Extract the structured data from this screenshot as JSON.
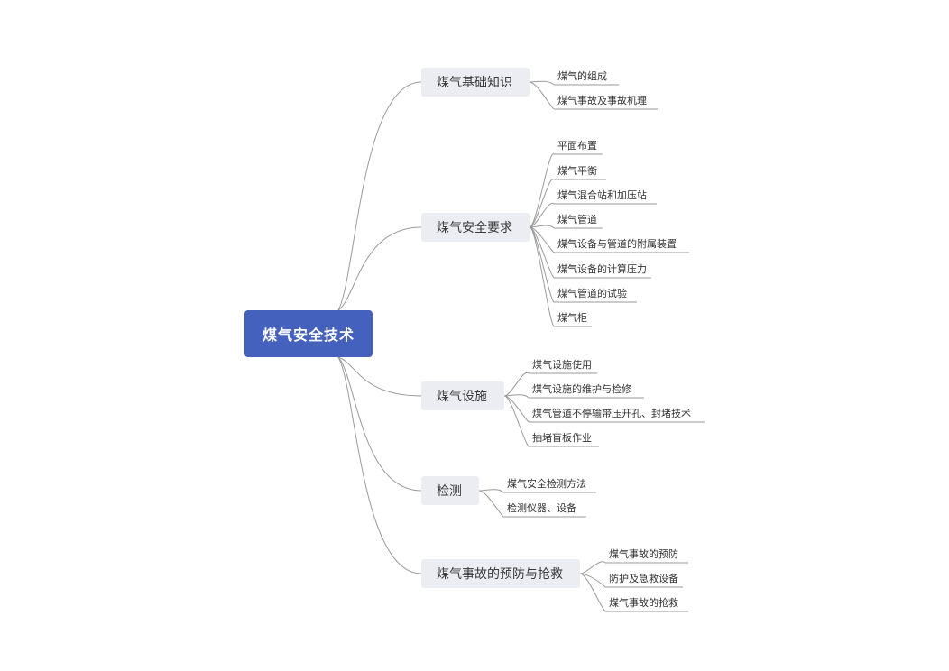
{
  "root": {
    "label": "煤气安全技术"
  },
  "branches": [
    {
      "label": "煤气基础知识",
      "children": [
        "煤气的组成",
        "煤气事故及事故机理"
      ]
    },
    {
      "label": "煤气安全要求",
      "children": [
        "平面布置",
        "煤气平衡",
        "煤气混合站和加压站",
        "煤气管道",
        "煤气设备与管道的附属装置",
        "煤气设备的计算压力",
        "煤气管道的试验",
        "煤气柜"
      ]
    },
    {
      "label": "煤气设施",
      "children": [
        "煤气设施使用",
        "煤气设施的维护与检修",
        "煤气管道不停输带压开孔、封堵技术",
        "抽堵盲板作业"
      ]
    },
    {
      "label": "检测",
      "children": [
        "煤气安全检测方法",
        "检测仪器、设备"
      ]
    },
    {
      "label": "煤气事故的预防与抢救",
      "children": [
        "煤气事故的预防",
        "防护及急救设备",
        "煤气事故的抢救"
      ]
    }
  ],
  "colors": {
    "root_fill": "#4461bd",
    "branch_fill": "#ebedf2",
    "line": "#9a9a9a"
  }
}
